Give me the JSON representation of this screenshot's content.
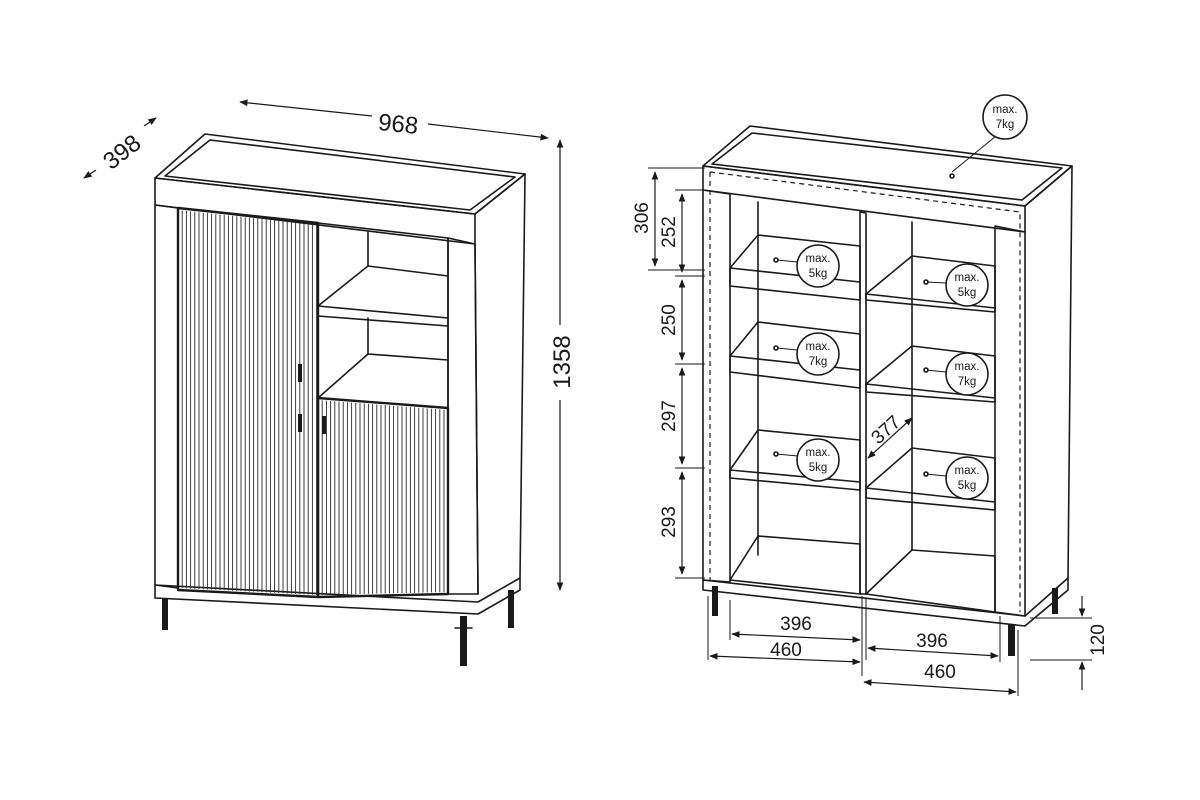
{
  "front_view": {
    "dimensions": {
      "width": "968",
      "depth": "398",
      "height": "1358"
    }
  },
  "interior_view": {
    "top_load": {
      "line1": "max.",
      "line2": "7kg"
    },
    "shelf_loads": [
      {
        "line1": "max.",
        "line2": "5kg"
      },
      {
        "line1": "max.",
        "line2": "5kg"
      },
      {
        "line1": "max.",
        "line2": "7kg"
      },
      {
        "line1": "max.",
        "line2": "7kg"
      },
      {
        "line1": "max.",
        "line2": "5kg"
      },
      {
        "line1": "max.",
        "line2": "5kg"
      }
    ],
    "vertical_dims": {
      "top_total": "306",
      "top_inner": "252",
      "row2": "250",
      "row3": "297",
      "row4": "293",
      "leg_height": "120"
    },
    "depth_dim": "377",
    "bottom_dims": {
      "inner_left": "396",
      "inner_right": "396",
      "outer_left": "460",
      "outer_right": "460"
    }
  }
}
